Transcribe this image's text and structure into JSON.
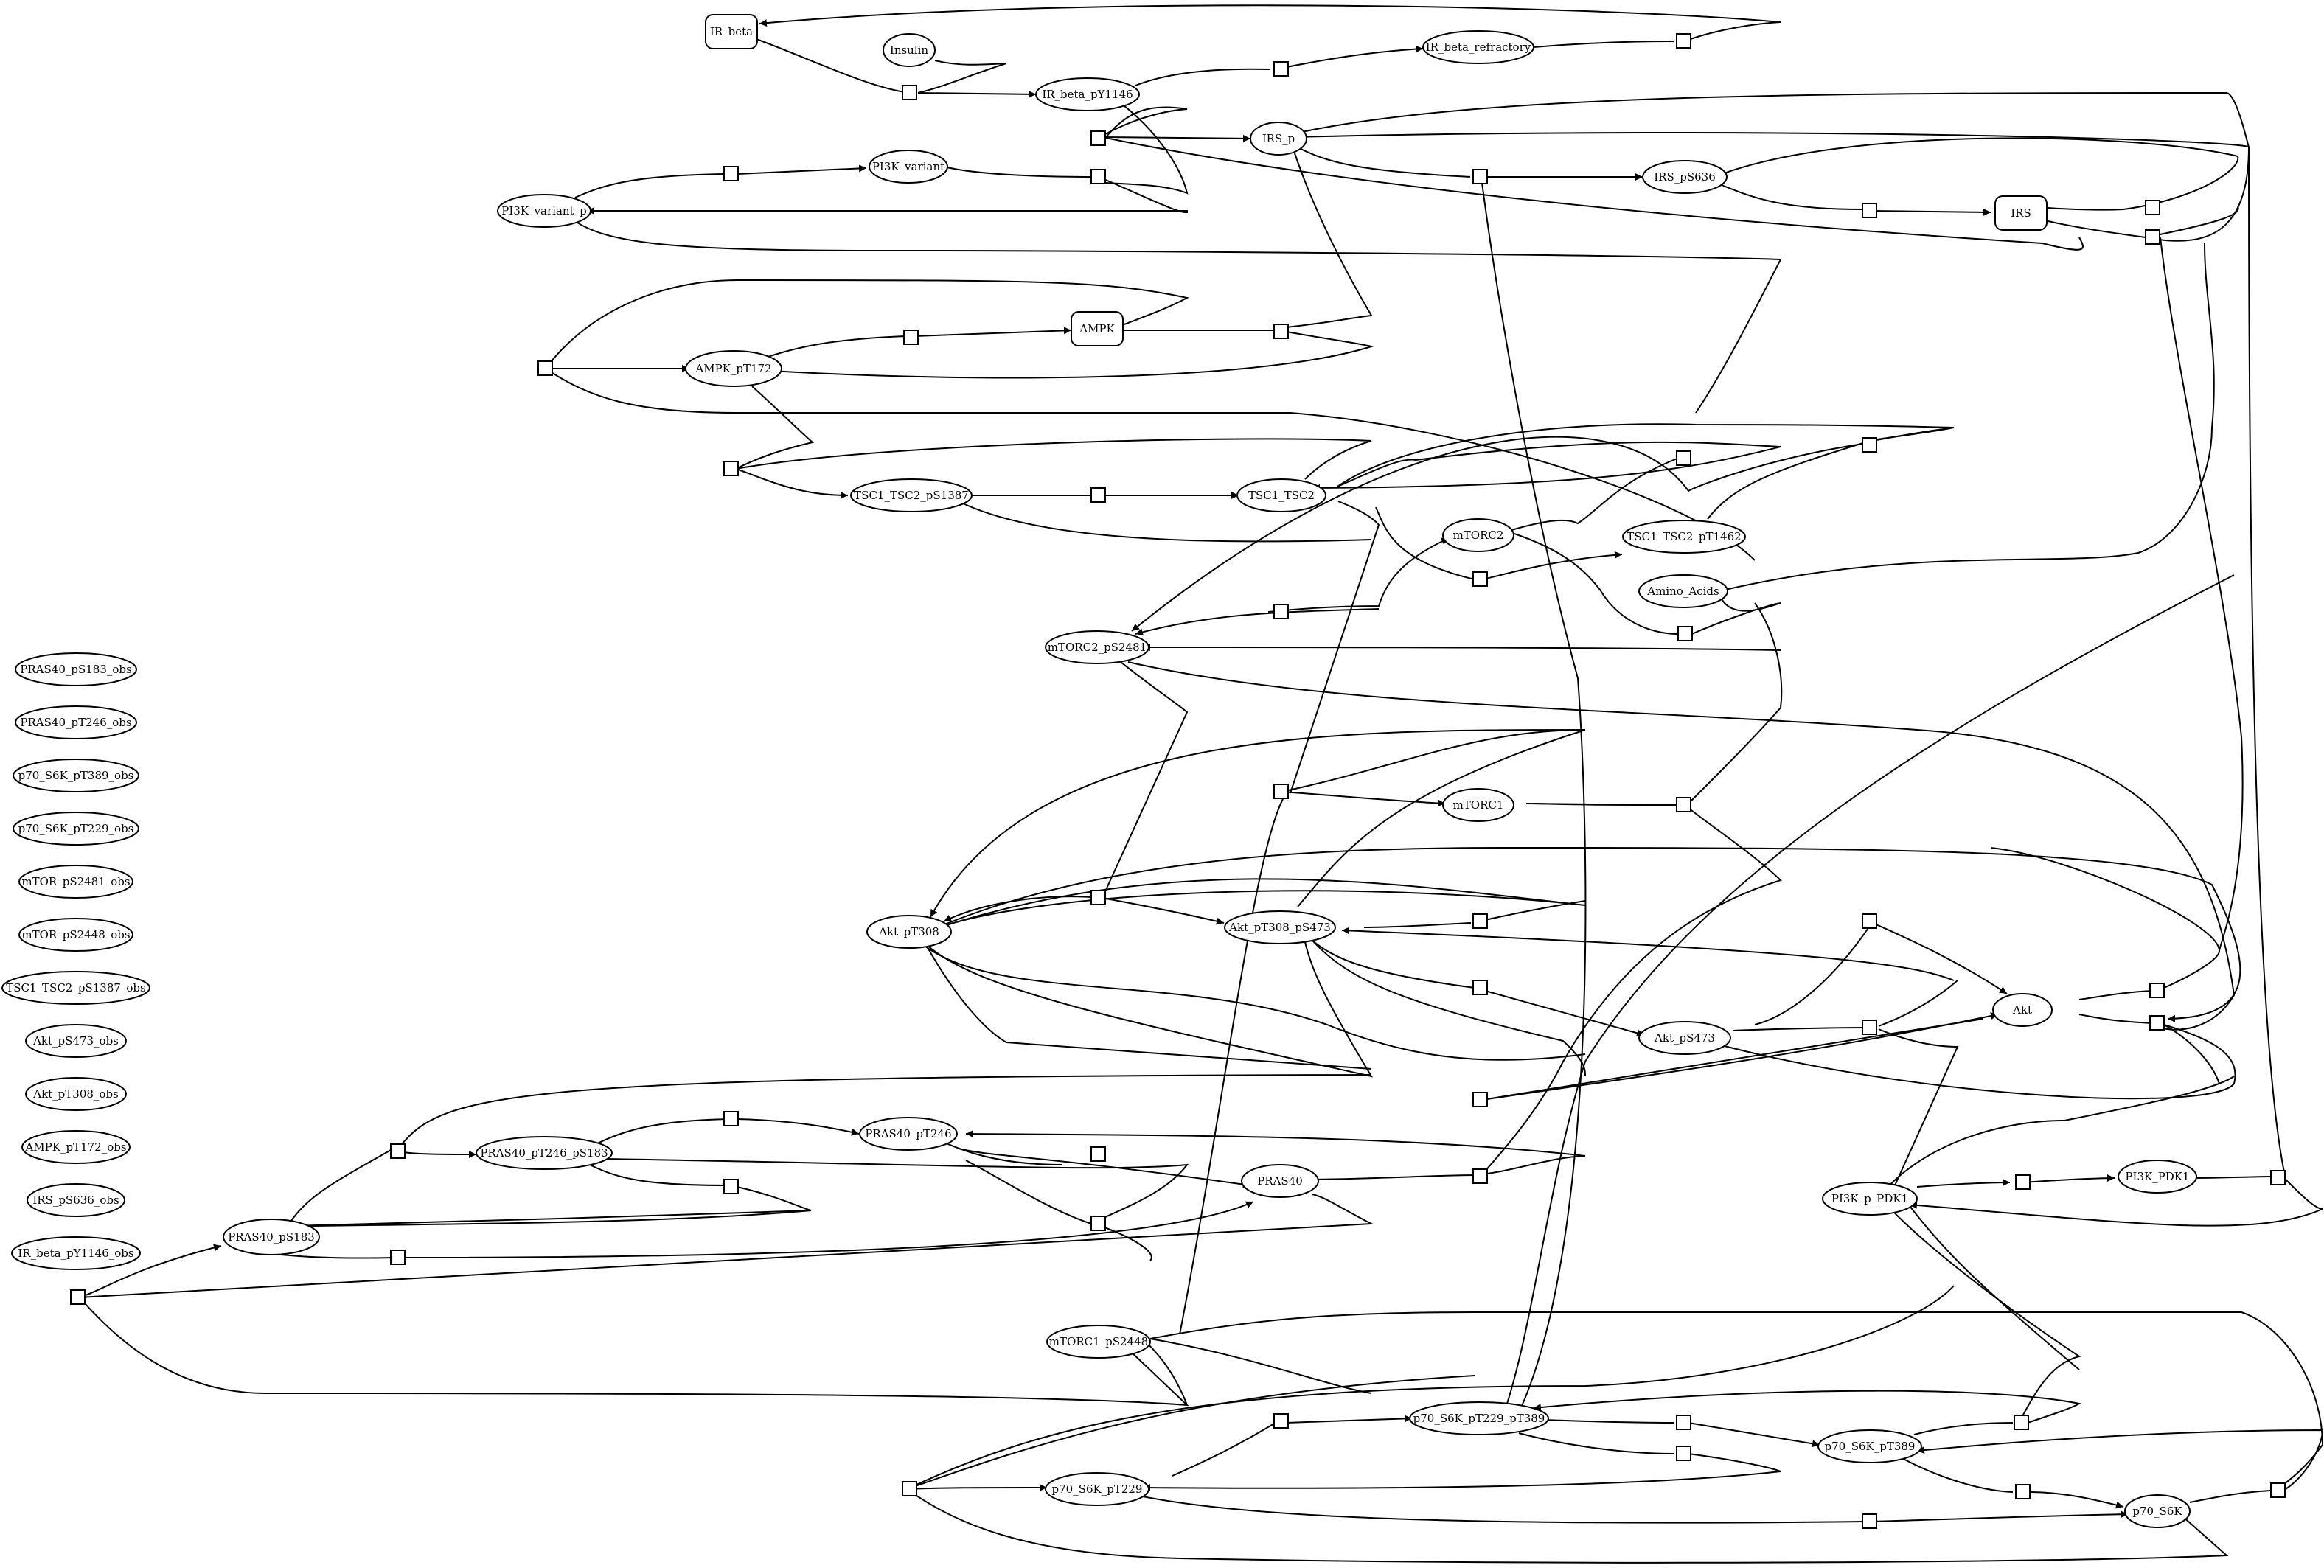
{
  "diagram": {
    "nodes": [
      {
        "id": "IR_beta",
        "label": "IR_beta",
        "shape": "box"
      },
      {
        "id": "Insulin",
        "label": "Insulin",
        "shape": "ellipse"
      },
      {
        "id": "IR_beta_refractory",
        "label": "IR_beta_refractory",
        "shape": "ellipse"
      },
      {
        "id": "IR_beta_pY1146",
        "label": "IR_beta_pY1146",
        "shape": "ellipse"
      },
      {
        "id": "PI3K_variant",
        "label": "PI3K_variant",
        "shape": "ellipse"
      },
      {
        "id": "IRS_p",
        "label": "IRS_p",
        "shape": "ellipse"
      },
      {
        "id": "IRS_pS636",
        "label": "IRS_pS636",
        "shape": "ellipse"
      },
      {
        "id": "IRS",
        "label": "IRS",
        "shape": "box"
      },
      {
        "id": "PI3K_variant_p",
        "label": "PI3K_variant_p",
        "shape": "ellipse"
      },
      {
        "id": "AMPK",
        "label": "AMPK",
        "shape": "box"
      },
      {
        "id": "AMPK_pT172",
        "label": "AMPK_pT172",
        "shape": "ellipse"
      },
      {
        "id": "TSC1_TSC2_pS1387",
        "label": "TSC1_TSC2_pS1387",
        "shape": "ellipse"
      },
      {
        "id": "TSC1_TSC2",
        "label": "TSC1_TSC2",
        "shape": "ellipse"
      },
      {
        "id": "mTORC2",
        "label": "mTORC2",
        "shape": "ellipse"
      },
      {
        "id": "TSC1_TSC2_pT1462",
        "label": "TSC1_TSC2_pT1462",
        "shape": "ellipse"
      },
      {
        "id": "Amino_Acids",
        "label": "Amino_Acids",
        "shape": "ellipse"
      },
      {
        "id": "mTORC2_pS2481",
        "label": "mTORC2_pS2481",
        "shape": "ellipse"
      },
      {
        "id": "mTORC1",
        "label": "mTORC1",
        "shape": "ellipse"
      },
      {
        "id": "Akt_pT308",
        "label": "Akt_pT308",
        "shape": "ellipse"
      },
      {
        "id": "Akt_pT308_pS473",
        "label": "Akt_pT308_pS473",
        "shape": "ellipse"
      },
      {
        "id": "Akt",
        "label": "Akt",
        "shape": "ellipse"
      },
      {
        "id": "Akt_pS473",
        "label": "Akt_pS473",
        "shape": "ellipse"
      },
      {
        "id": "PRAS40_pT246",
        "label": "PRAS40_pT246",
        "shape": "ellipse"
      },
      {
        "id": "PRAS40_pT246_pS183",
        "label": "PRAS40_pT246_pS183",
        "shape": "ellipse"
      },
      {
        "id": "PRAS40",
        "label": "PRAS40",
        "shape": "ellipse"
      },
      {
        "id": "PRAS40_pS183",
        "label": "PRAS40_pS183",
        "shape": "ellipse"
      },
      {
        "id": "PI3K_p_PDK1",
        "label": "PI3K_p_PDK1",
        "shape": "ellipse"
      },
      {
        "id": "PI3K_PDK1",
        "label": "PI3K_PDK1",
        "shape": "ellipse"
      },
      {
        "id": "mTORC1_pS2448",
        "label": "mTORC1_pS2448",
        "shape": "ellipse"
      },
      {
        "id": "p70_S6K_pT229_pT389",
        "label": "p70_S6K_pT229_pT389",
        "shape": "ellipse"
      },
      {
        "id": "p70_S6K_pT389",
        "label": "p70_S6K_pT389",
        "shape": "ellipse"
      },
      {
        "id": "p70_S6K_pT229",
        "label": "p70_S6K_pT229",
        "shape": "ellipse"
      },
      {
        "id": "p70_S6K",
        "label": "p70_S6K",
        "shape": "ellipse"
      },
      {
        "id": "PRAS40_pS183_obs",
        "label": "PRAS40_pS183_obs",
        "shape": "ellipse"
      },
      {
        "id": "PRAS40_pT246_obs",
        "label": "PRAS40_pT246_obs",
        "shape": "ellipse"
      },
      {
        "id": "p70_S6K_pT389_obs",
        "label": "p70_S6K_pT389_obs",
        "shape": "ellipse"
      },
      {
        "id": "p70_S6K_pT229_obs",
        "label": "p70_S6K_pT229_obs",
        "shape": "ellipse"
      },
      {
        "id": "mTOR_pS2481_obs",
        "label": "mTOR_pS2481_obs",
        "shape": "ellipse"
      },
      {
        "id": "mTOR_pS2448_obs",
        "label": "mTOR_pS2448_obs",
        "shape": "ellipse"
      },
      {
        "id": "TSC1_TSC2_pS1387_obs",
        "label": "TSC1_TSC2_pS1387_obs",
        "shape": "ellipse"
      },
      {
        "id": "Akt_pS473_obs",
        "label": "Akt_pS473_obs",
        "shape": "ellipse"
      },
      {
        "id": "Akt_pT308_obs",
        "label": "Akt_pT308_obs",
        "shape": "ellipse"
      },
      {
        "id": "AMPK_pT172_obs",
        "label": "AMPK_pT172_obs",
        "shape": "ellipse"
      },
      {
        "id": "IRS_pS636_obs",
        "label": "IRS_pS636_obs",
        "shape": "ellipse"
      },
      {
        "id": "IR_beta_pY1146_obs",
        "label": "IR_beta_pY1146_obs",
        "shape": "ellipse"
      }
    ]
  }
}
